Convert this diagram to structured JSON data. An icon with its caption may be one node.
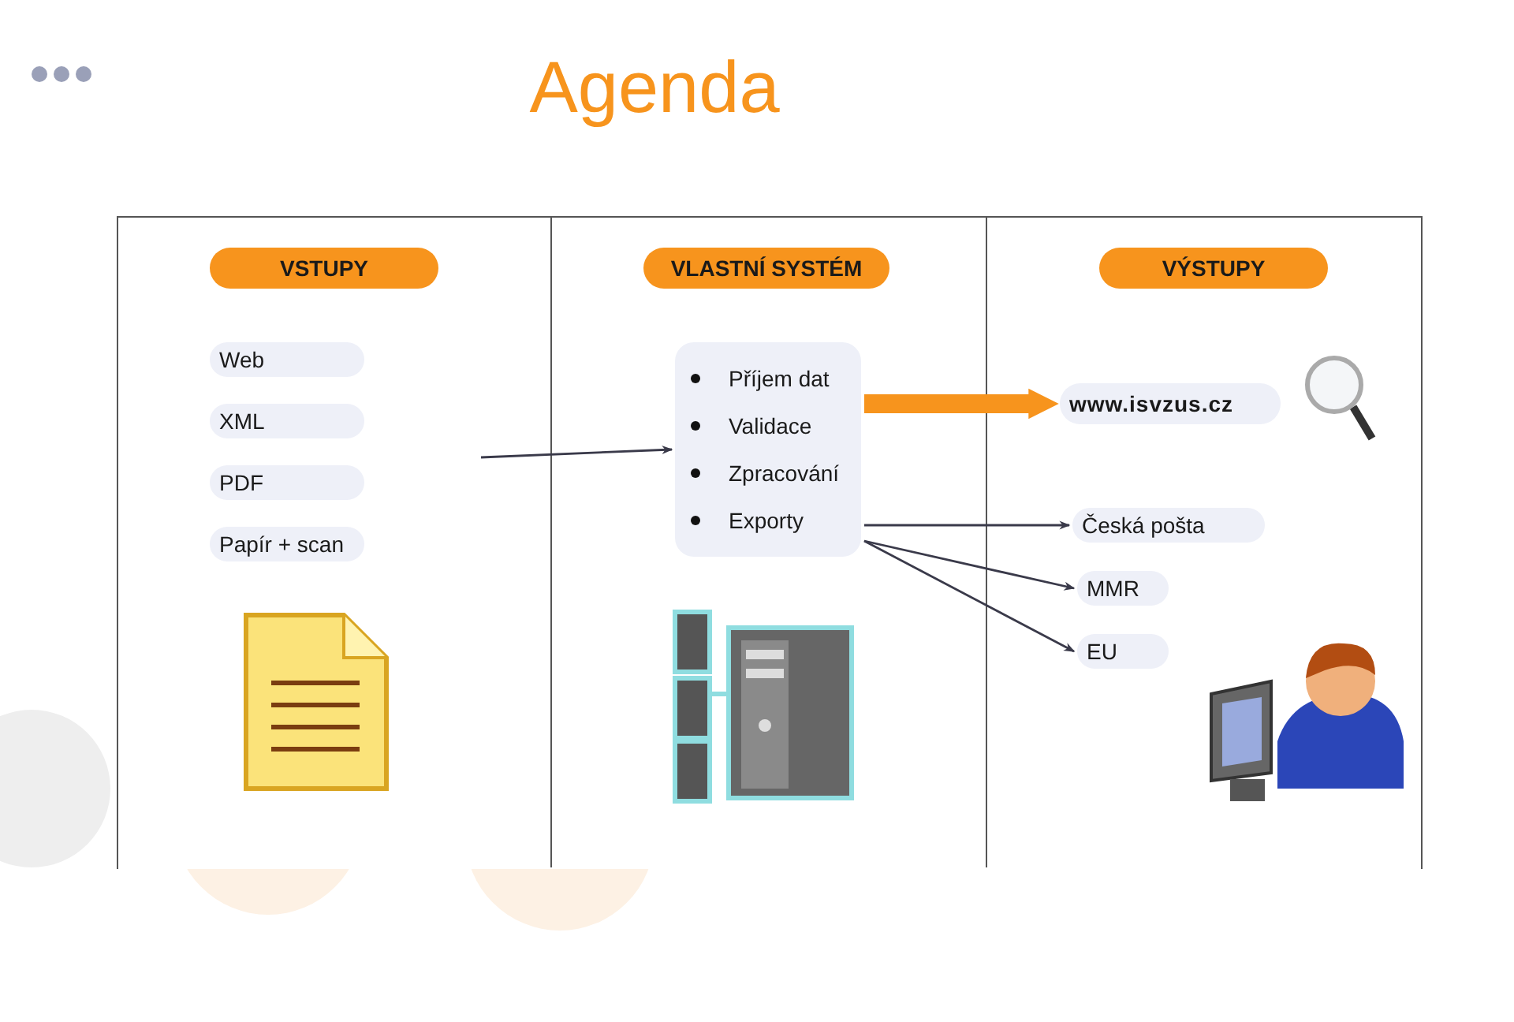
{
  "diagram": {
    "title": "Agenda",
    "nodes": [
      {
        "text": [
          "VSTUPY"
        ]
      },
      {
        "text": [
          "Web"
        ]
      },
      {
        "text": [
          "XML"
        ]
      },
      {
        "text": [
          "PDF"
        ]
      },
      {
        "text": [
          "Papír + scan"
        ]
      },
      {
        "text": [
          "VLASTNÍ SYSTÉM"
        ]
      },
      {
        "text": [
          "Příjem dat",
          "Validace",
          "Zpracování",
          "Exporty"
        ]
      },
      {
        "text": [
          "VÝSTUPY"
        ]
      },
      {
        "text": [
          "www.isvzus.cz"
        ]
      },
      {
        "text": [
          "Česká pošta"
        ]
      },
      {
        "text": [
          "MMR"
        ]
      },
      {
        "text": [
          "EU"
        ]
      }
    ],
    "edges": [
      {
        "from": null,
        "to": 6,
        "arrow": "to"
      },
      {
        "from": 6,
        "to": 8,
        "arrow": "to",
        "style": "thick",
        "color": "#f7941d"
      },
      {
        "from": 6,
        "to": 9,
        "arrow": "to"
      },
      {
        "from": 6,
        "to": 10,
        "arrow": "to"
      },
      {
        "from": 6,
        "to": 11,
        "arrow": "to"
      }
    ]
  }
}
